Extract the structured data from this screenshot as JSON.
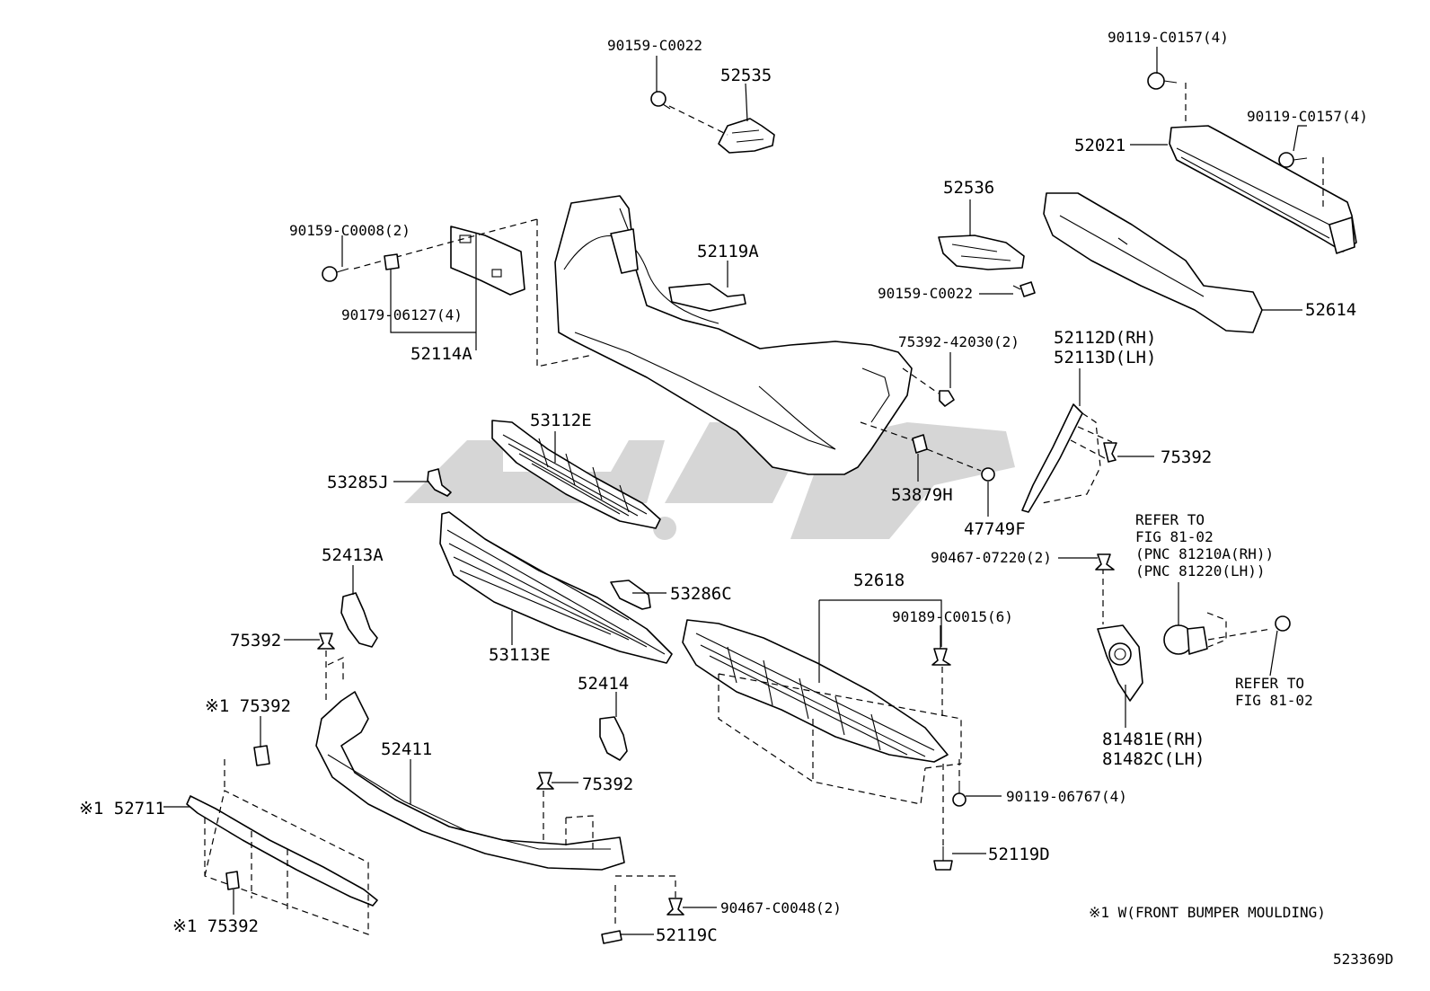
{
  "labels": {
    "p90159_c0022_top": "90159-C0022",
    "p52535": "52535",
    "p90119_c0157_a": "90119-C0157(4)",
    "p90119_c0157_b": "90119-C0157(4)",
    "p52021": "52021",
    "p52536": "52536",
    "p90159_c0022_mid": "90159-C0022",
    "p52614": "52614",
    "p90159_c0008": "90159-C0008(2)",
    "p90179_06127": "90179-06127(4)",
    "p52114a": "52114A",
    "p52119a": "52119A",
    "p75392_42030": "75392-42030(2)",
    "p52112d": "52112D(RH)",
    "p52113d": "52113D(LH)",
    "p53112e": "53112E",
    "p53285j": "53285J",
    "p53879h": "53879H",
    "p47749f": "47749F",
    "p75392_r": "75392",
    "refer1_l1": "REFER TO",
    "refer1_l2": "FIG 81-02",
    "refer1_l3": "(PNC 81210A(RH))",
    "refer1_l4": "(PNC 81220(LH))",
    "p90467_07220": "90467-07220(2)",
    "p52413a": "52413A",
    "p53286c": "53286C",
    "p52618": "52618",
    "p90189_c0015": "90189-C0015(6)",
    "p75392_l": "75392",
    "p53113e": "53113E",
    "refer2_l1": "REFER TO",
    "refer2_l2": "FIG 81-02",
    "p52414": "52414",
    "p75392_x1": "※1 75392",
    "p52411": "52411",
    "p81481e": "81481E(RH)",
    "p81482c": "81482C(LH)",
    "p75392_c": "75392",
    "p52711": "※1 52711",
    "p90119_06767": "90119-06767(4)",
    "p52119d": "52119D",
    "p90467_c0048": "90467-C0048(2)",
    "p75392_x1b": "※1 75392",
    "p52119c": "52119C",
    "footnote": "※1 W(FRONT BUMPER MOULDING)",
    "diagram_id": "523369D"
  }
}
